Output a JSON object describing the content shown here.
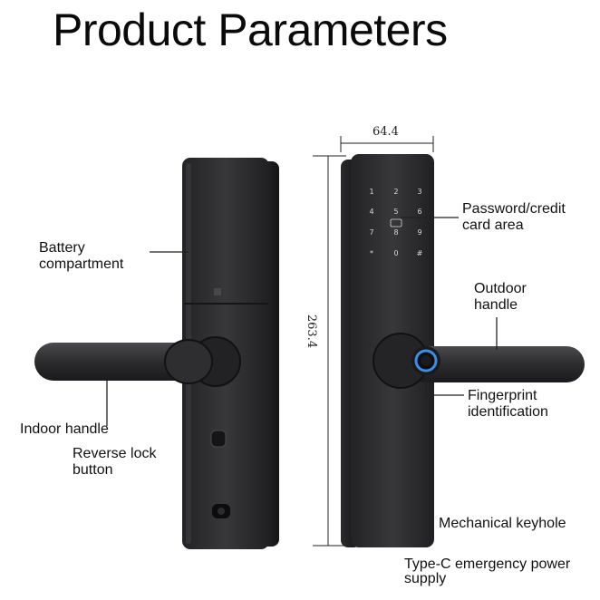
{
  "title": "Product Parameters",
  "dimensions": {
    "width": "64.4",
    "height": "263.4"
  },
  "callouts": {
    "battery": [
      "Battery",
      "compartment"
    ],
    "indoor_handle": "Indoor handle",
    "reverse_lock": [
      "Reverse lock",
      "button"
    ],
    "password_area": [
      "Password/credit",
      "card area"
    ],
    "outdoor_handle": [
      "Outdoor",
      "handle"
    ],
    "fingerprint": [
      "Fingerprint",
      "identification"
    ],
    "keyhole": "Mechanical keyhole",
    "typec": [
      "Type-C emergency power",
      "supply"
    ]
  },
  "keypad": [
    "1",
    "2",
    "3",
    "4",
    "5",
    "6",
    "7",
    "8",
    "9",
    "*",
    "0",
    "#"
  ],
  "colors": {
    "lock_body": "#2f2f31",
    "lock_shadow": "#1c1c1e",
    "fingerprint_ring": "#3b8ee8",
    "line": "#222222"
  }
}
